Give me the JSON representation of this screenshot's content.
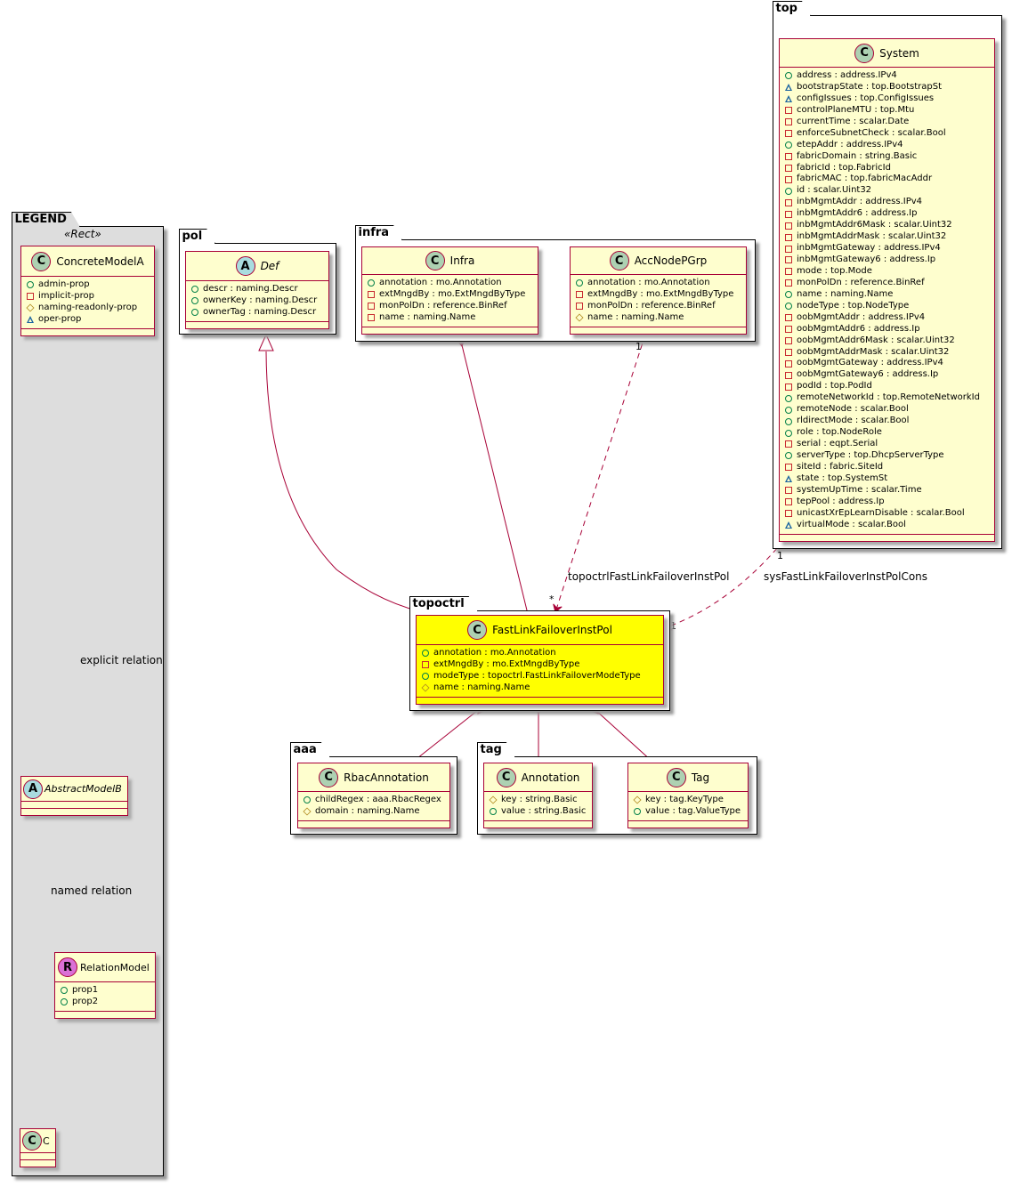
{
  "packages": {
    "legend": {
      "name": "LEGEND",
      "stereotype": "«Rect»"
    },
    "pol": {
      "name": "pol"
    },
    "infra": {
      "name": "infra"
    },
    "top": {
      "name": "top"
    },
    "topoctrl": {
      "name": "topoctrl"
    },
    "aaa": {
      "name": "aaa"
    },
    "tag": {
      "name": "tag"
    }
  },
  "classes": {
    "concrete_model_a": {
      "name": "ConcreteModelA",
      "kind": "C",
      "attrs": [
        {
          "vis": "public",
          "text": "admin-prop"
        },
        {
          "vis": "private",
          "text": "implicit-prop"
        },
        {
          "vis": "protected",
          "text": "naming-readonly-prop"
        },
        {
          "vis": "package",
          "text": "oper-prop"
        }
      ]
    },
    "abstract_model_b": {
      "name": "AbstractModelB",
      "kind": "A",
      "attrs": []
    },
    "relation_model": {
      "name": "RelationModel",
      "kind": "R",
      "attrs": [
        {
          "vis": "public",
          "text": "prop1"
        },
        {
          "vis": "public",
          "text": "prop2"
        }
      ]
    },
    "c": {
      "name": "C",
      "kind": "C",
      "attrs": []
    },
    "def": {
      "name": "Def",
      "kind": "A",
      "attrs": [
        {
          "vis": "public",
          "text": "descr : naming.Descr"
        },
        {
          "vis": "public",
          "text": "ownerKey : naming.Descr"
        },
        {
          "vis": "public",
          "text": "ownerTag : naming.Descr"
        }
      ]
    },
    "infra": {
      "name": "Infra",
      "kind": "C",
      "attrs": [
        {
          "vis": "public",
          "text": "annotation : mo.Annotation"
        },
        {
          "vis": "private",
          "text": "extMngdBy : mo.ExtMngdByType"
        },
        {
          "vis": "private",
          "text": "monPolDn : reference.BinRef"
        },
        {
          "vis": "private",
          "text": "name : naming.Name"
        }
      ]
    },
    "acc_node_pgrp": {
      "name": "AccNodePGrp",
      "kind": "C",
      "attrs": [
        {
          "vis": "public",
          "text": "annotation : mo.Annotation"
        },
        {
          "vis": "private",
          "text": "extMngdBy : mo.ExtMngdByType"
        },
        {
          "vis": "private",
          "text": "monPolDn : reference.BinRef"
        },
        {
          "vis": "protected",
          "text": "name : naming.Name"
        }
      ]
    },
    "system": {
      "name": "System",
      "kind": "C",
      "attrs": [
        {
          "vis": "public",
          "text": "address : address.IPv4"
        },
        {
          "vis": "package",
          "text": "bootstrapState : top.BootstrapSt"
        },
        {
          "vis": "package",
          "text": "configIssues : top.ConfigIssues"
        },
        {
          "vis": "private",
          "text": "controlPlaneMTU : top.Mtu"
        },
        {
          "vis": "private",
          "text": "currentTime : scalar.Date"
        },
        {
          "vis": "private",
          "text": "enforceSubnetCheck : scalar.Bool"
        },
        {
          "vis": "public",
          "text": "etepAddr : address.IPv4"
        },
        {
          "vis": "private",
          "text": "fabricDomain : string.Basic"
        },
        {
          "vis": "private",
          "text": "fabricId : top.FabricId"
        },
        {
          "vis": "private",
          "text": "fabricMAC : top.fabricMacAddr"
        },
        {
          "vis": "public",
          "text": "id : scalar.Uint32"
        },
        {
          "vis": "private",
          "text": "inbMgmtAddr : address.IPv4"
        },
        {
          "vis": "private",
          "text": "inbMgmtAddr6 : address.Ip"
        },
        {
          "vis": "private",
          "text": "inbMgmtAddr6Mask : scalar.Uint32"
        },
        {
          "vis": "private",
          "text": "inbMgmtAddrMask : scalar.Uint32"
        },
        {
          "vis": "private",
          "text": "inbMgmtGateway : address.IPv4"
        },
        {
          "vis": "private",
          "text": "inbMgmtGateway6 : address.Ip"
        },
        {
          "vis": "private",
          "text": "mode : top.Mode"
        },
        {
          "vis": "private",
          "text": "monPolDn : reference.BinRef"
        },
        {
          "vis": "public",
          "text": "name : naming.Name"
        },
        {
          "vis": "public",
          "text": "nodeType : top.NodeType"
        },
        {
          "vis": "private",
          "text": "oobMgmtAddr : address.IPv4"
        },
        {
          "vis": "private",
          "text": "oobMgmtAddr6 : address.Ip"
        },
        {
          "vis": "private",
          "text": "oobMgmtAddr6Mask : scalar.Uint32"
        },
        {
          "vis": "private",
          "text": "oobMgmtAddrMask : scalar.Uint32"
        },
        {
          "vis": "private",
          "text": "oobMgmtGateway : address.IPv4"
        },
        {
          "vis": "private",
          "text": "oobMgmtGateway6 : address.Ip"
        },
        {
          "vis": "private",
          "text": "podId : top.PodId"
        },
        {
          "vis": "public",
          "text": "remoteNetworkId : top.RemoteNetworkId"
        },
        {
          "vis": "public",
          "text": "remoteNode : scalar.Bool"
        },
        {
          "vis": "public",
          "text": "rldirectMode : scalar.Bool"
        },
        {
          "vis": "public",
          "text": "role : top.NodeRole"
        },
        {
          "vis": "private",
          "text": "serial : eqpt.Serial"
        },
        {
          "vis": "public",
          "text": "serverType : top.DhcpServerType"
        },
        {
          "vis": "private",
          "text": "siteId : fabric.SiteId"
        },
        {
          "vis": "package",
          "text": "state : top.SystemSt"
        },
        {
          "vis": "private",
          "text": "systemUpTime : scalar.Time"
        },
        {
          "vis": "private",
          "text": "tepPool : address.Ip"
        },
        {
          "vis": "private",
          "text": "unicastXrEpLearnDisable : scalar.Bool"
        },
        {
          "vis": "package",
          "text": "virtualMode : scalar.Bool"
        }
      ]
    },
    "fast_link_failover_inst_pol": {
      "name": "FastLinkFailoverInstPol",
      "kind": "C",
      "highlight": true,
      "attrs": [
        {
          "vis": "public",
          "text": "annotation : mo.Annotation"
        },
        {
          "vis": "private",
          "text": "extMngdBy : mo.ExtMngdByType"
        },
        {
          "vis": "public",
          "text": "modeType : topoctrl.FastLinkFailoverModeType"
        },
        {
          "vis": "protected",
          "text": "name : naming.Name"
        }
      ]
    },
    "rbac_annotation": {
      "name": "RbacAnnotation",
      "kind": "C",
      "attrs": [
        {
          "vis": "public",
          "text": "childRegex : aaa.RbacRegex"
        },
        {
          "vis": "protected",
          "text": "domain : naming.Name"
        }
      ]
    },
    "annotation": {
      "name": "Annotation",
      "kind": "C",
      "attrs": [
        {
          "vis": "protected",
          "text": "key : string.Basic"
        },
        {
          "vis": "public",
          "text": "value : string.Basic"
        }
      ]
    },
    "tag": {
      "name": "Tag",
      "kind": "C",
      "attrs": [
        {
          "vis": "protected",
          "text": "key : tag.KeyType"
        },
        {
          "vis": "public",
          "text": "value : tag.ValueType"
        }
      ]
    }
  },
  "relations": {
    "explicit_relation": "explicit relation",
    "named_relation": "named relation",
    "topoctrl_label": "topoctrlFastLinkFailoverInstPol",
    "topoctrl_src_mult": "1",
    "topoctrl_dst_mult": "*",
    "sys_label": "sysFastLinkFailoverInstPolCons",
    "sys_src_mult": "1",
    "sys_dst_mult": "1"
  },
  "colors": {
    "class_fill": "#fefece",
    "class_border": "#a80036",
    "highlight_fill": "#ffff00",
    "legend_fill": "#dddddd",
    "public": "#038048",
    "private": "#c82930",
    "protected": "#b38d22",
    "package": "#1963a0"
  }
}
